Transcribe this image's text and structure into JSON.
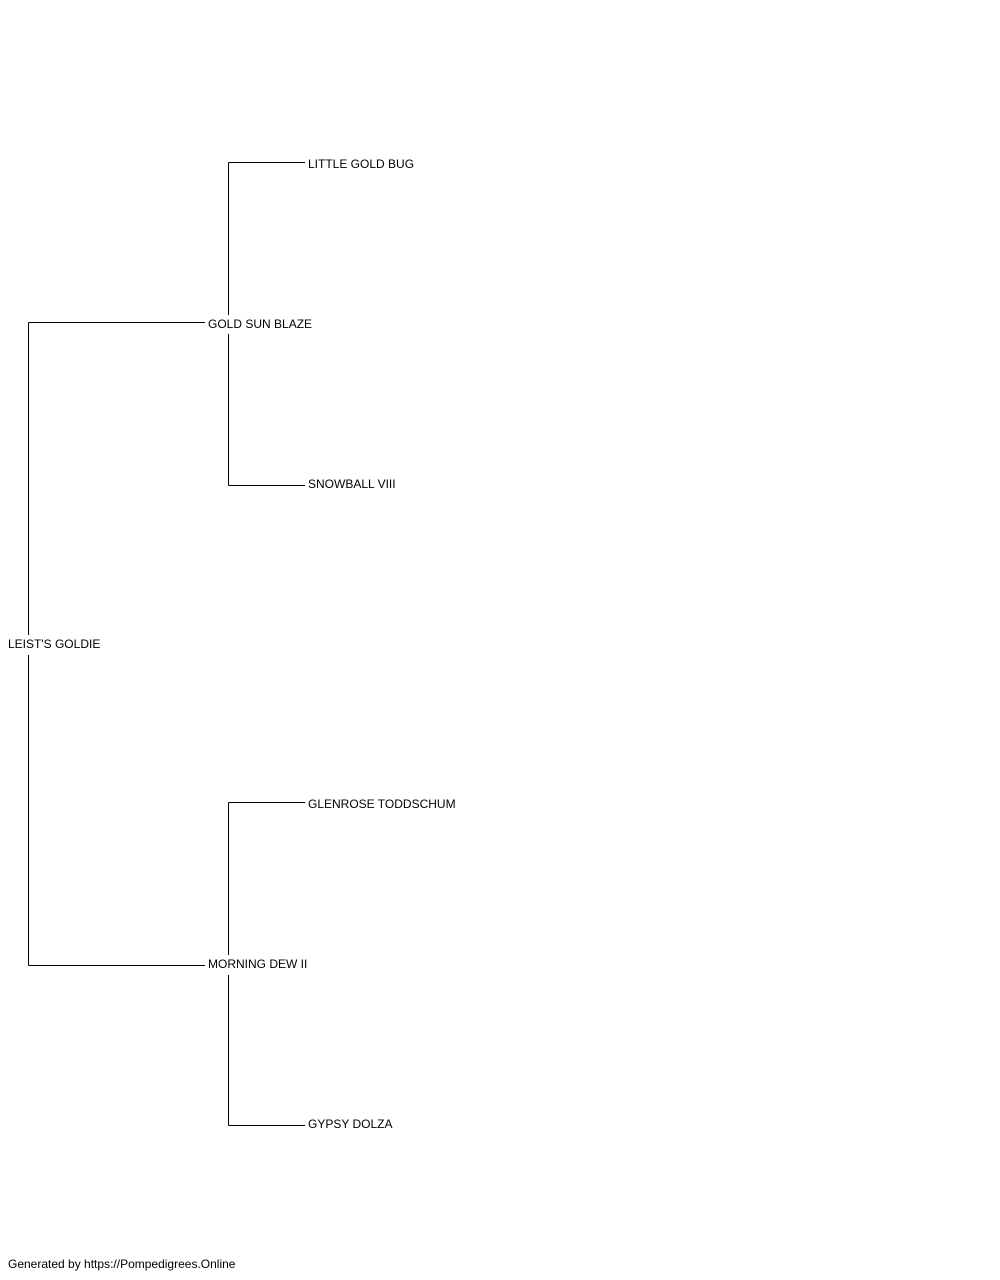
{
  "pedigree": {
    "subject": {
      "name": "LEIST'S GOLDIE"
    },
    "sire": {
      "name": "GOLD SUN BLAZE"
    },
    "dam": {
      "name": "MORNING DEW II"
    },
    "sire_sire": {
      "name": "LITTLE GOLD BUG"
    },
    "sire_dam": {
      "name": "SNOWBALL VIII"
    },
    "dam_sire": {
      "name": "GLENROSE TODDSCHUM"
    },
    "dam_dam": {
      "name": "GYPSY DOLZA"
    }
  },
  "footer": {
    "text": "Generated by https://Pompedigrees.Online"
  },
  "colors": {
    "line": "#000000",
    "text": "#000000",
    "background": "#ffffff"
  }
}
